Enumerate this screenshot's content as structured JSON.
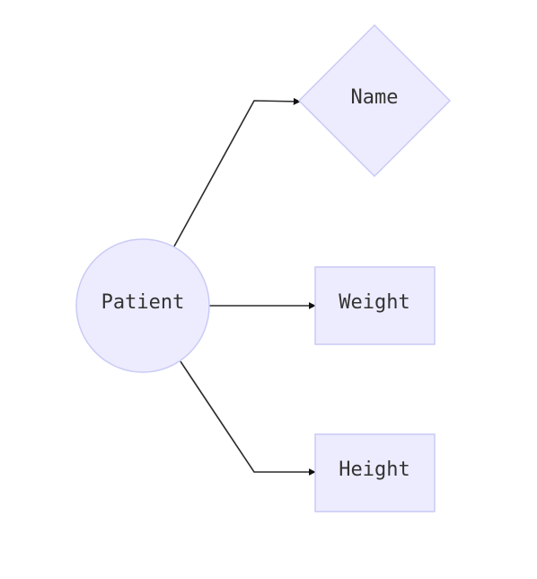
{
  "diagram": {
    "nodes": {
      "patient": {
        "label": "Patient",
        "shape": "circle"
      },
      "name": {
        "label": "Name",
        "shape": "diamond"
      },
      "weight": {
        "label": "Weight",
        "shape": "rectangle"
      },
      "height": {
        "label": "Height",
        "shape": "rectangle"
      }
    },
    "edges": [
      {
        "from": "patient",
        "to": "name"
      },
      {
        "from": "patient",
        "to": "weight"
      },
      {
        "from": "patient",
        "to": "height"
      }
    ]
  }
}
